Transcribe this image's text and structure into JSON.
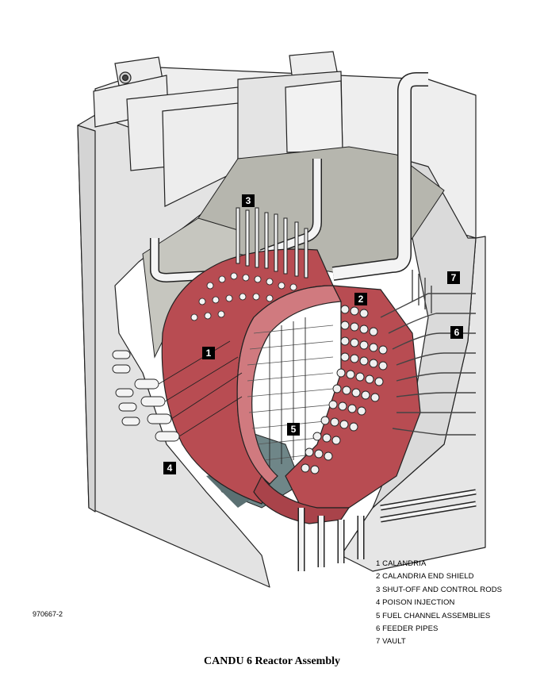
{
  "callouts": {
    "c1": "1",
    "c2": "2",
    "c3": "3",
    "c4": "4",
    "c5": "5",
    "c6": "6",
    "c7": "7"
  },
  "legend": [
    "1 CALANDRIA",
    "2 CALANDRIA END SHIELD",
    "3 SHUT-OFF AND CONTROL RODS",
    "4 POISON INJECTION",
    "5 FUEL CHANNEL ASSEMBLIES",
    "6 FEEDER PIPES",
    "7 VAULT"
  ],
  "doc_number": "970667-2",
  "caption": "CANDU 6 Reactor Assembly",
  "colors": {
    "calandria": "#b84c52",
    "concrete": "#e2e2e2",
    "interior": "#b5b5ad",
    "water": "#6f8688",
    "outline": "#222222"
  }
}
